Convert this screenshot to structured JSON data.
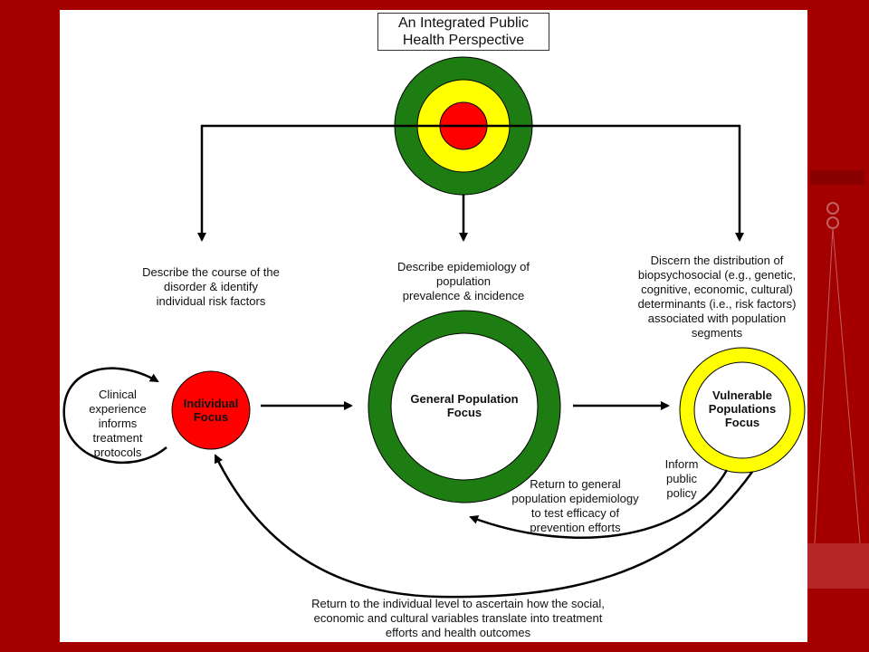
{
  "title": {
    "line1": "An Integrated Public",
    "line2": "Health Perspective"
  },
  "colors": {
    "green": "#1e7d12",
    "yellow": "#ffff00",
    "red": "#ff0000",
    "background": "#a50000"
  },
  "branches": {
    "left": [
      "Describe the course of the",
      "disorder & identify",
      "individual risk factors"
    ],
    "center": [
      "Describe epidemiology of",
      "population",
      "prevalence & incidence"
    ],
    "right": [
      "Discern the distribution of",
      "biopsychosocial (e.g., genetic,",
      "cognitive, economic, cultural)",
      "determinants (i.e., risk factors)",
      "associated with population",
      "segments"
    ]
  },
  "nodes": {
    "individual": [
      "Individual",
      "Focus"
    ],
    "general": [
      "General Population",
      "Focus"
    ],
    "vulnerable": [
      "Vulnerable",
      "Populations",
      "Focus"
    ]
  },
  "clinical": [
    "Clinical",
    "experience",
    "informs",
    "treatment",
    "protocols"
  ],
  "inform_policy": [
    "Inform",
    "public",
    "policy"
  ],
  "return_general": [
    "Return to general",
    "population epidemiology",
    "to test efficacy of",
    "prevention efforts"
  ],
  "return_individual": [
    "Return to the individual level to ascertain how the social,",
    "economic and cultural variables translate into treatment",
    "efforts and health outcomes"
  ]
}
